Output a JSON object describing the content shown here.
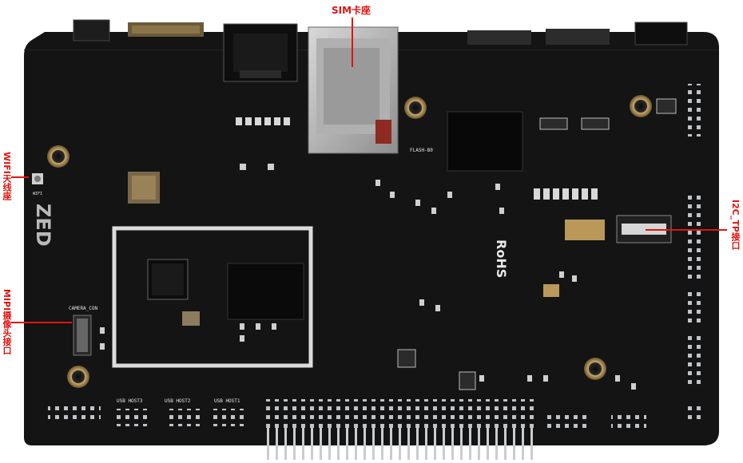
{
  "callouts": {
    "sim": "SIM卡座",
    "wifi": "WIFI天线座",
    "mipi": "MIPI摄像头接口",
    "i2c": "I2C_TP接口"
  },
  "board_text": {
    "flash": "FLASH-B0",
    "rohs": "RoHS",
    "camera": "CAMERA_CON",
    "wifi_label": "WIFI",
    "usb_host3": "USB HOST3",
    "usb_host2": "USB HOST2",
    "usb_host1": "USB HOST1",
    "logo": "ZED"
  },
  "colors": {
    "pcb": "#141414",
    "callout": "#e0140f",
    "silkscreen": "#e9e9e9",
    "gold": "#b9985a",
    "pin": "#bfc2c6"
  }
}
